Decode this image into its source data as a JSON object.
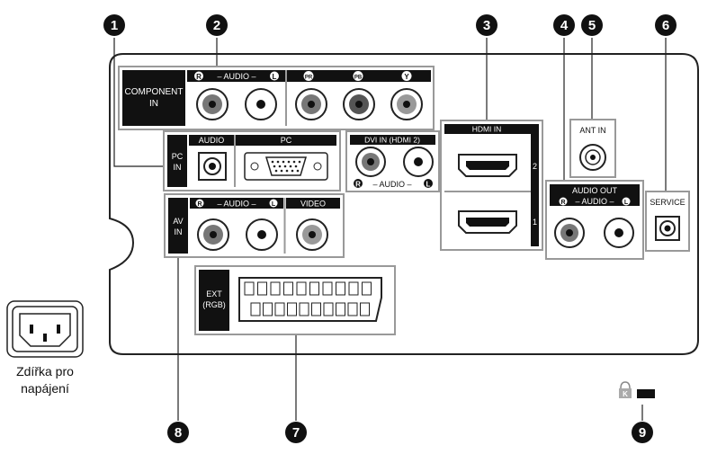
{
  "callouts": [
    "1",
    "2",
    "3",
    "4",
    "5",
    "6",
    "7",
    "8",
    "9"
  ],
  "component": {
    "label_line1": "COMPONENT",
    "label_line2": "IN",
    "audio": "– AUDIO –",
    "r": "R",
    "l": "L",
    "pr": "PR",
    "pb": "PB",
    "y": "Y"
  },
  "pc": {
    "label_line1": "PC",
    "label_line2": "IN",
    "audio": "AUDIO",
    "pc": "PC"
  },
  "dvi": {
    "title": "DVI IN (HDMI 2)",
    "audio": "– AUDIO –",
    "r": "R",
    "l": "L"
  },
  "hdmi": {
    "title": "HDMI IN",
    "port2": "2",
    "port1": "1"
  },
  "ant": {
    "title": "ANT IN"
  },
  "audio_out": {
    "title": "AUDIO OUT",
    "audio": "– AUDIO –",
    "r": "R",
    "l": "L"
  },
  "service": {
    "title": "SERVICE"
  },
  "av": {
    "label_line1": "AV",
    "label_line2": "IN",
    "audio": "– AUDIO –",
    "video": "VIDEO",
    "r": "R",
    "l": "L"
  },
  "ext": {
    "label_line1": "EXT",
    "label_line2": "(RGB)"
  },
  "power": {
    "caption_line1": "Zdířka pro",
    "caption_line2": "napájení"
  },
  "kensington": {
    "letter": "K"
  }
}
